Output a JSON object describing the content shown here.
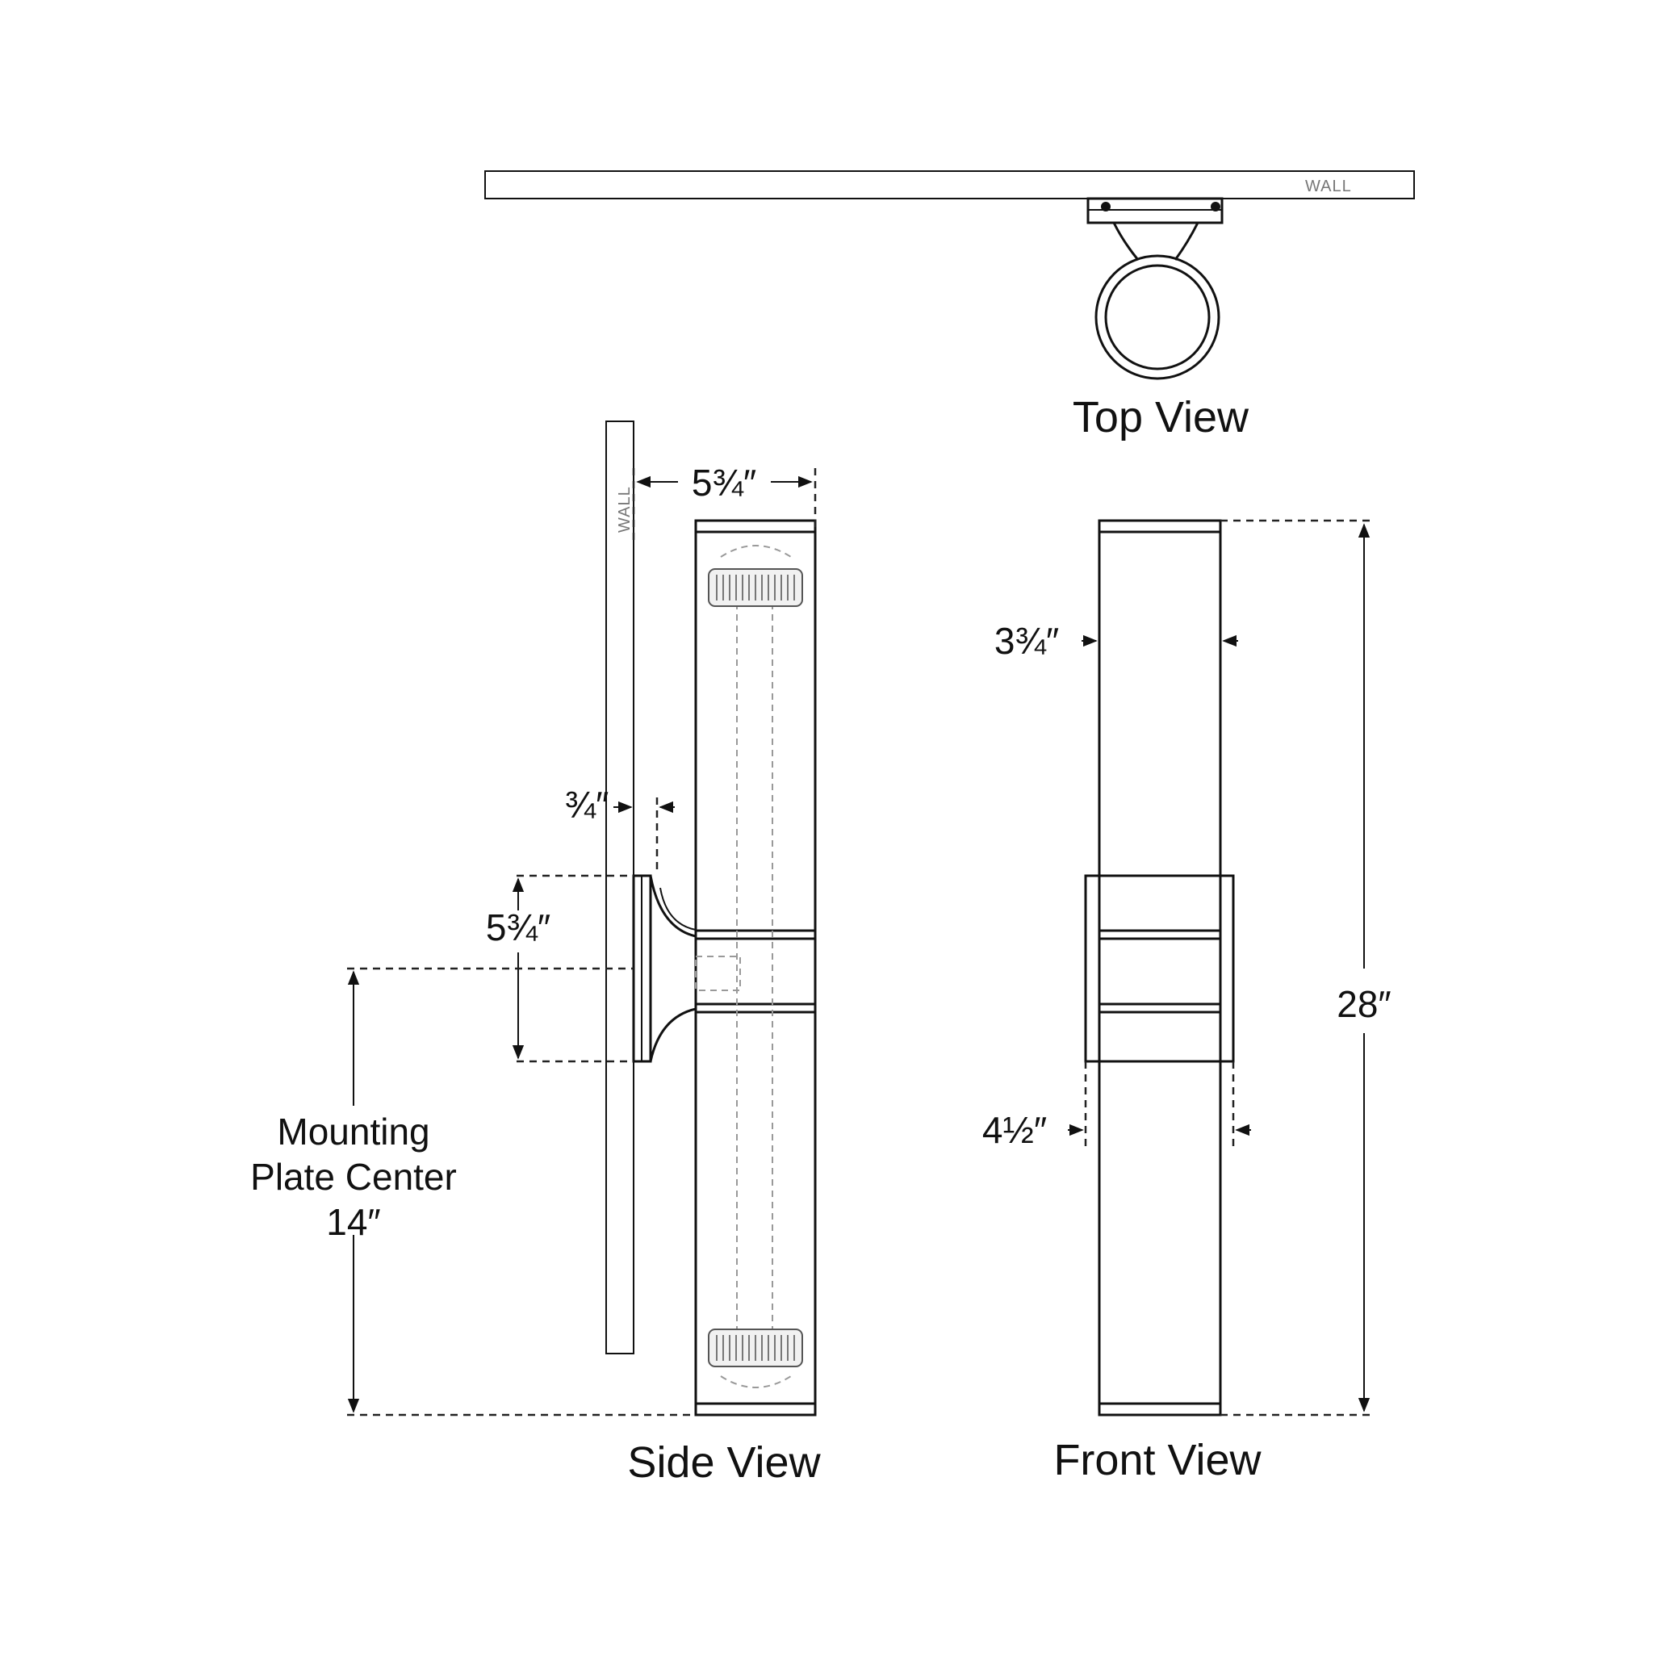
{
  "labels": {
    "wall": "WALL",
    "top_view": "Top View",
    "side_view": "Side View",
    "front_view": "Front View"
  },
  "dimensions": {
    "side_depth": "5¾″",
    "plate_projection": "¾″",
    "plate_height": "5¾″",
    "mounting_line1": "Mounting",
    "mounting_line2": "Plate Center",
    "mounting_value": "14″",
    "front_width": "3¾″",
    "plate_width": "4½″",
    "overall_height": "28″"
  }
}
